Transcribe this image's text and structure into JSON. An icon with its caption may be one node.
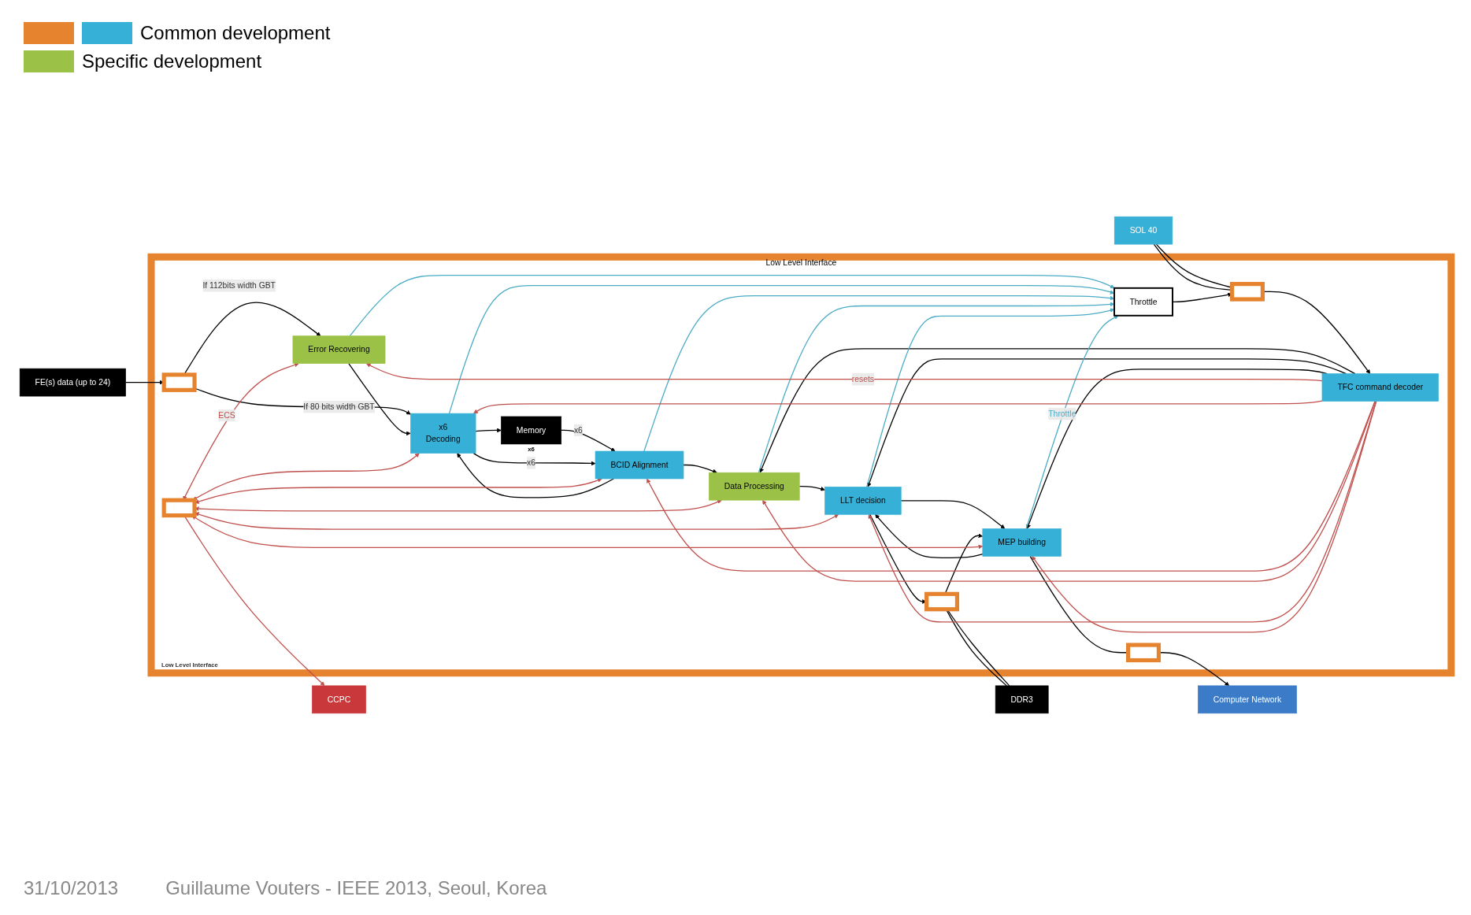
{
  "diagram": {
    "nodes": [
      {
        "text": [
          "FE(s) data (up to 24)"
        ]
      },
      {
        "text": [
          "SOL 40"
        ]
      },
      {
        "text": [
          "Low Level Interface",
          "Low Level Interface"
        ]
      },
      {
        "text": [],
        "shape": "box",
        "in": 2
      },
      {
        "text": [],
        "shape": "box",
        "in": 2
      },
      {
        "text": [
          "TFC command decoder"
        ],
        "in": 2
      },
      {
        "text": [
          "Throttle"
        ],
        "in": 2
      },
      {
        "text": [
          "Error Recovering"
        ],
        "in": 2
      },
      {
        "text": [
          "x6",
          "Decoding"
        ],
        "in": 2
      },
      {
        "text": [
          "Memory"
        ],
        "beside": [
          "x6"
        ],
        "in": 2
      },
      {
        "text": [
          "BCID Alignment"
        ],
        "in": 2
      },
      {
        "text": [
          "Data Processing"
        ],
        "in": 2
      },
      {
        "text": [
          "LLT decision"
        ],
        "in": 2
      },
      {
        "text": [
          "MEP building"
        ],
        "in": 2
      },
      {
        "text": [],
        "shape": "box",
        "in": 2
      },
      {
        "text": [],
        "shape": "box",
        "in": 2
      },
      {
        "text": [],
        "shape": "box",
        "in": 2
      },
      {
        "text": [
          "CCPC"
        ]
      },
      {
        "text": [
          "DDR3"
        ]
      },
      {
        "text": [
          "Computer Network"
        ]
      }
    ],
    "edges": [
      {
        "from": 0,
        "to": 3,
        "arrow": "to"
      },
      {
        "from": 3,
        "to": 7,
        "arrow": "to",
        "label": "If 112bits width GBT"
      },
      {
        "from": 3,
        "to": 8,
        "arrow": "to",
        "label": "If 80 bits width GBT"
      },
      {
        "from": 7,
        "to": 8,
        "arrow": "to"
      },
      {
        "from": 8,
        "to": 9,
        "arrow": "to"
      },
      {
        "from": 9,
        "to": 10,
        "arrow": "to",
        "label": "x6"
      },
      {
        "from": 8,
        "to": 10,
        "arrow": "to",
        "label": "x6"
      },
      {
        "from": 10,
        "to": 8,
        "arrow": "to"
      },
      {
        "from": 1,
        "to": 4,
        "arrow": "none"
      },
      {
        "from": 1,
        "to": 4,
        "arrow": "none"
      },
      {
        "from": 4,
        "to": 5,
        "arrow": "to"
      },
      {
        "from": 6,
        "to": 4,
        "arrow": "to"
      },
      {
        "from": 5,
        "to": 11,
        "arrow": "to"
      },
      {
        "from": 10,
        "to": 11,
        "arrow": "to"
      },
      {
        "from": 11,
        "to": 12,
        "arrow": "to"
      },
      {
        "from": 5,
        "to": 12,
        "arrow": "to"
      },
      {
        "from": 5,
        "to": 13,
        "arrow": "to"
      },
      {
        "from": 12,
        "to": 13,
        "arrow": "to"
      },
      {
        "from": 13,
        "to": 12,
        "arrow": "to"
      },
      {
        "from": 12,
        "to": 15,
        "arrow": "to"
      },
      {
        "from": 15,
        "to": 18,
        "arrow": "none"
      },
      {
        "from": 18,
        "to": 15,
        "arrow": "none"
      },
      {
        "from": 15,
        "to": 13,
        "arrow": "to"
      },
      {
        "from": 13,
        "to": 16,
        "arrow": "none"
      },
      {
        "from": 16,
        "to": 19,
        "arrow": "to"
      },
      {
        "from": 7,
        "to": 6,
        "arrow": "to",
        "color": "#4bacc6"
      },
      {
        "from": 8,
        "to": 6,
        "arrow": "to",
        "color": "#4bacc6"
      },
      {
        "from": 10,
        "to": 6,
        "arrow": "to",
        "color": "#4bacc6"
      },
      {
        "from": 11,
        "to": 6,
        "arrow": "to",
        "color": "#4bacc6"
      },
      {
        "from": 12,
        "to": 6,
        "arrow": "to",
        "color": "#4bacc6"
      },
      {
        "from": 13,
        "to": 6,
        "arrow": "to",
        "color": "#4bacc6",
        "label": "Throttle"
      },
      {
        "from": 5,
        "to": 7,
        "arrow": "to",
        "color": "#c0504d",
        "label": "resets"
      },
      {
        "from": 5,
        "to": 8,
        "arrow": "to",
        "color": "#c0504d"
      },
      {
        "from": 5,
        "to": 10,
        "arrow": "to",
        "color": "#c0504d"
      },
      {
        "from": 5,
        "to": 11,
        "arrow": "to",
        "color": "#c0504d"
      },
      {
        "from": 5,
        "to": 12,
        "arrow": "to",
        "color": "#c0504d"
      },
      {
        "from": 5,
        "to": 13,
        "arrow": "to",
        "color": "#c0504d"
      },
      {
        "from": 14,
        "to": 7,
        "arrow": "both",
        "color": "#c0504d",
        "label": "ECS"
      },
      {
        "from": 14,
        "to": 8,
        "arrow": "both",
        "color": "#c0504d"
      },
      {
        "from": 14,
        "to": 10,
        "arrow": "both",
        "color": "#c0504d"
      },
      {
        "from": 14,
        "to": 11,
        "arrow": "both",
        "color": "#c0504d"
      },
      {
        "from": 14,
        "to": 12,
        "arrow": "both",
        "color": "#c0504d"
      },
      {
        "from": 14,
        "to": 13,
        "arrow": "both",
        "color": "#c0504d"
      },
      {
        "from": 14,
        "to": 17,
        "arrow": "to",
        "color": "#c0504d"
      }
    ],
    "labels": [
      "31/10/2013",
      "Guillaume Vouters  - IEEE 2013, Seoul, Korea"
    ],
    "legend": [
      {
        "text": "Common development",
        "color": "#36b0d6"
      },
      {
        "text": "Specific development",
        "color": "#9bc246"
      }
    ]
  }
}
